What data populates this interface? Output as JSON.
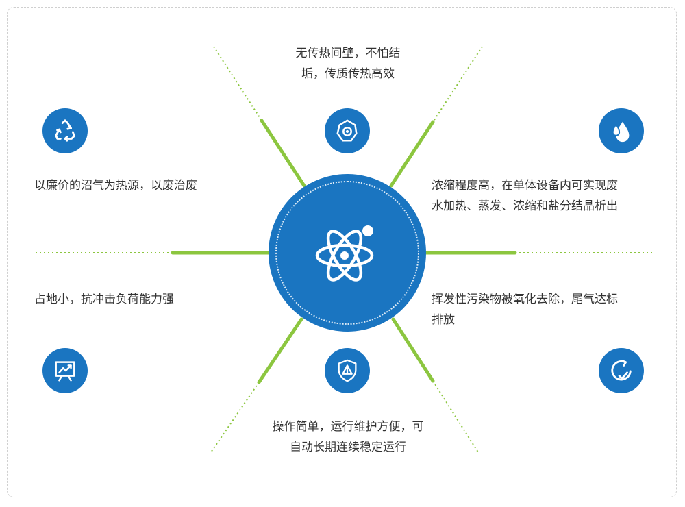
{
  "features": [
    {
      "id": "top",
      "line1": "无传热间壁，不怕结",
      "line2": "垢，传质传热高效",
      "icon": "gear-icon"
    },
    {
      "id": "top-left",
      "line1": "以廉价的沼气为热源，以废治废",
      "icon": "recycle-icon"
    },
    {
      "id": "top-right",
      "line1": "浓缩程度高，在单体设备内可实现废",
      "line2": "水加热、蒸发、浓缩和盐分结晶析出",
      "icon": "water-drops-icon"
    },
    {
      "id": "bottom-left",
      "line1": "占地小，抗冲击负荷能力强",
      "icon": "chart-board-icon"
    },
    {
      "id": "bottom-right",
      "line1": "挥发性污染物被氧化去除，尾气达标",
      "line2": "排放",
      "icon": "cycle-check-icon"
    },
    {
      "id": "bottom",
      "line1": "操作简单，运行维护方便，可",
      "line2": "自动长期连续稳定运行",
      "icon": "shield-icon"
    }
  ],
  "center": {
    "icon": "atom-icon"
  },
  "colors": {
    "primary": "#1a75c1",
    "accent_line": "#8cc63f",
    "text": "#333333"
  }
}
